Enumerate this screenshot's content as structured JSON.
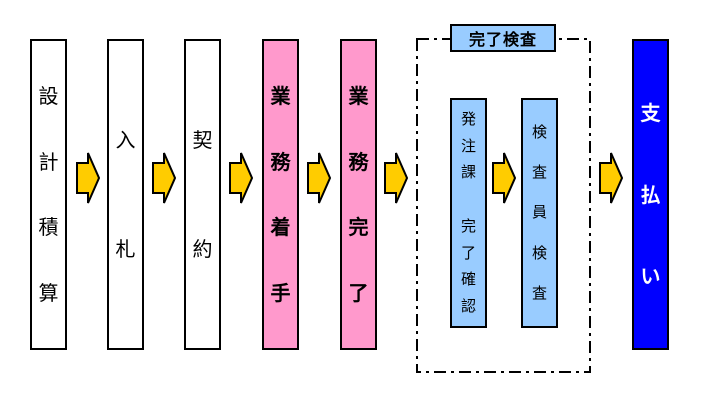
{
  "flow": {
    "stages": [
      {
        "name": "design-estimate",
        "label": "設計積算",
        "style": "white"
      },
      {
        "name": "bidding",
        "label": "入札",
        "style": "white"
      },
      {
        "name": "contract",
        "label": "契約",
        "style": "white"
      },
      {
        "name": "work-start",
        "label": "業務着手",
        "style": "pink"
      },
      {
        "name": "work-complete",
        "label": "業務完了",
        "style": "pink"
      },
      {
        "name": "payment",
        "label": "支払い",
        "style": "blue"
      }
    ],
    "inspection": {
      "title": "完了検査",
      "steps": [
        {
          "name": "ordering-section-completion-check",
          "label": "発注課 完了確認"
        },
        {
          "name": "inspector-inspection",
          "label": "検査員検査"
        }
      ]
    },
    "arrow_count": 7,
    "colors": {
      "stage_white": "#FFFFFF",
      "stage_pink": "#FF99CC",
      "payment_blue": "#0000FF",
      "inspection_blue": "#99CCFF",
      "arrow_fill": "#FFCC00",
      "border_black": "#000000",
      "background": "#FFFFFF"
    }
  }
}
